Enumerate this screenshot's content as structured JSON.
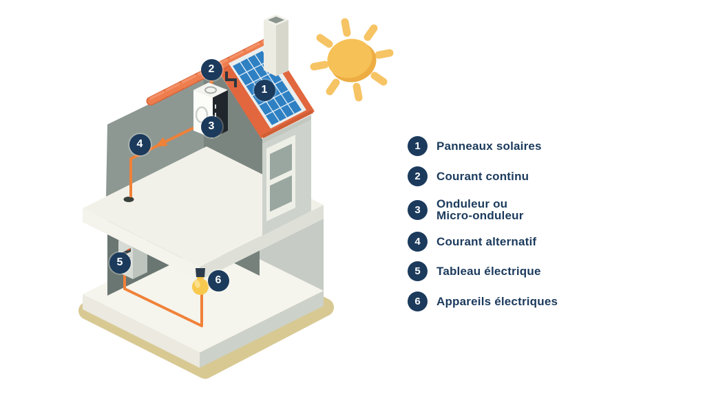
{
  "legend": {
    "items": [
      {
        "number": "1",
        "label": "Panneaux solaires"
      },
      {
        "number": "2",
        "label": "Courant continu"
      },
      {
        "number": "3",
        "label": "Onduleur ou\nMicro-onduleur"
      },
      {
        "number": "4",
        "label": "Courant alternatif"
      },
      {
        "number": "5",
        "label": "Tableau électrique"
      },
      {
        "number": "6",
        "label": "Appareils électriques"
      }
    ]
  },
  "colors": {
    "badge_navy": "#1b3a5c",
    "wire_orange": "#f08138",
    "roof_orange": "#e2673e",
    "panel_blue": "#2e80c3",
    "sun_yellow": "#f6c157",
    "ground_tan": "#d8c993"
  }
}
